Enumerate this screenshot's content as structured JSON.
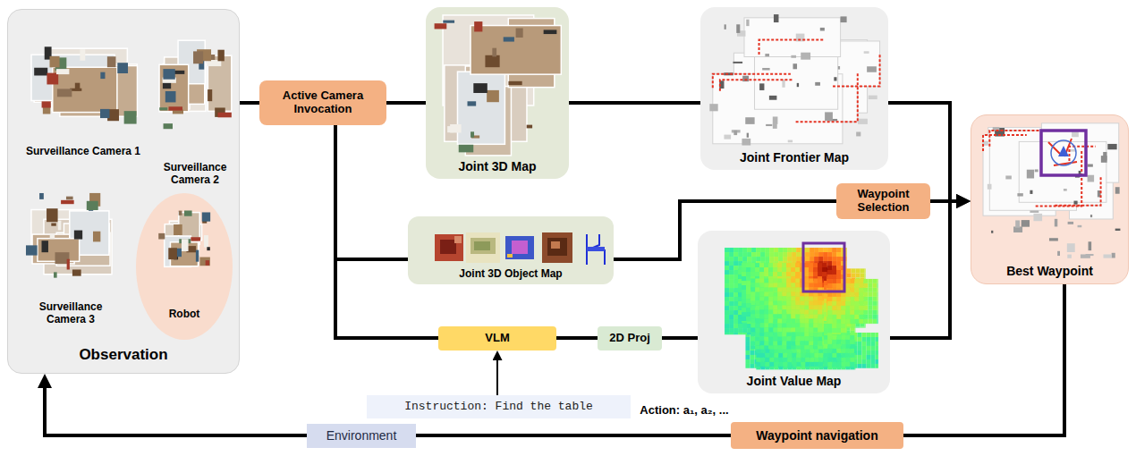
{
  "diagram": {
    "nodes": [
      {
        "text": [
          "Observation"
        ]
      },
      {
        "text": [
          "Surveillance Camera 1"
        ],
        "in": 0
      },
      {
        "text": [
          "Surveillance Camera 2"
        ],
        "in": 0
      },
      {
        "text": [
          "Surveillance Camera 3"
        ],
        "in": 0
      },
      {
        "text": [
          "Robot"
        ],
        "in": 0
      },
      {
        "text": [
          "Active Camera Invocation"
        ]
      },
      {
        "text": [
          "Joint 3D Map"
        ]
      },
      {
        "text": [
          "Joint Frontier Map"
        ]
      },
      {
        "text": [
          "Joint 3D Object Map"
        ]
      },
      {
        "text": [
          "Waypoint Selection"
        ]
      },
      {
        "text": [
          "Best Waypoint"
        ]
      },
      {
        "text": [
          "VLM"
        ]
      },
      {
        "text": [
          "2D Proj"
        ]
      },
      {
        "text": [
          "Joint Value Map"
        ]
      },
      {
        "text": [
          "Instruction: Find the table"
        ]
      },
      {
        "text": [
          "Environment"
        ]
      },
      {
        "text": [
          "Waypoint navigation"
        ]
      }
    ],
    "edges": [
      {
        "from": 0,
        "to": 5,
        "arrow": "none"
      },
      {
        "from": 5,
        "to": 6,
        "arrow": "none"
      },
      {
        "from": 6,
        "to": 7,
        "arrow": "none"
      },
      {
        "from": 5,
        "to": 8,
        "arrow": "none"
      },
      {
        "from": 5,
        "to": 11,
        "arrow": "none"
      },
      {
        "from": 14,
        "to": 11,
        "arrow": "to"
      },
      {
        "from": 11,
        "to": 12,
        "arrow": "none"
      },
      {
        "from": 12,
        "to": 13,
        "arrow": "none"
      },
      {
        "from": 7,
        "to": 10,
        "arrow": "to"
      },
      {
        "from": 8,
        "to": 9,
        "arrow": "none"
      },
      {
        "from": 9,
        "to": 10,
        "arrow": "to"
      },
      {
        "from": 13,
        "to": 10,
        "arrow": "to"
      },
      {
        "from": 10,
        "to": 16,
        "arrow": "none"
      },
      {
        "from": 16,
        "to": 15,
        "label": "Action: a₁, a₂, ...",
        "arrow": "none"
      },
      {
        "from": 15,
        "to": 0,
        "arrow": "to"
      }
    ]
  }
}
